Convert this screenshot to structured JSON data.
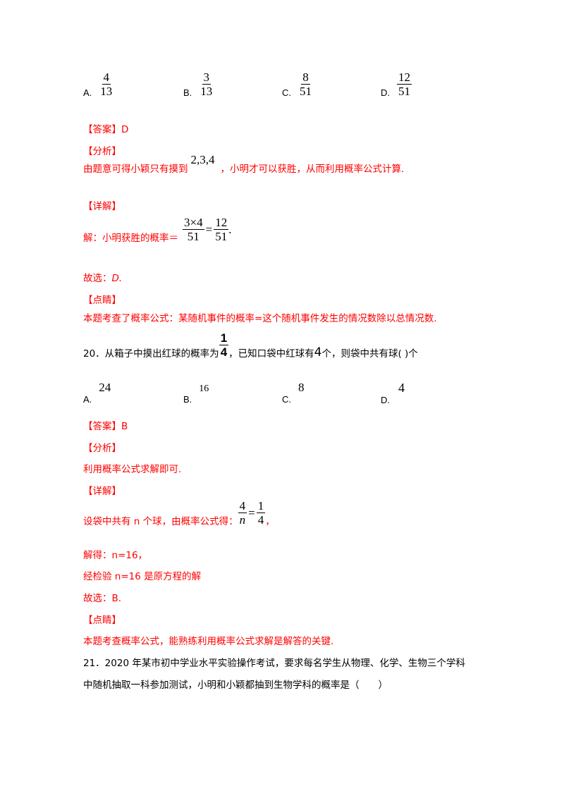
{
  "q19": {
    "options": [
      {
        "letter": "A.",
        "num": "4",
        "den": "13"
      },
      {
        "letter": "B.",
        "num": "3",
        "den": "13"
      },
      {
        "letter": "C.",
        "num": "8",
        "den": "51"
      },
      {
        "letter": "D.",
        "num": "12",
        "den": "51"
      }
    ],
    "answer_label": "【答案】",
    "answer_value": "D",
    "analysis_label": "【分析】",
    "analysis_pre": "由题意可得小颖只有摸到",
    "analysis_math": "2,3,4",
    "analysis_post": "，小明才可以获胜，从而利用概率公式计算.",
    "detail_label": "【详解】",
    "detail_pre": "解：小明获胜的概率＝",
    "detail_frac1_num": "3×4",
    "detail_frac1_den": "51",
    "detail_eq": "=",
    "detail_frac2_num": "12",
    "detail_frac2_den": "51",
    "detail_end": ".",
    "choose_pre": "故选：",
    "choose_value": "D.",
    "comment_label": "【点睛】",
    "comment_text": "本题考查了概率公式：某随机事件的概率=这个随机事件发生的情况数除以总情况数."
  },
  "q20": {
    "stem_pre": "20．从箱子中摸出红球的概率为",
    "stem_frac_num": "1",
    "stem_frac_den": "4",
    "stem_mid": "，已知口袋中红球有",
    "stem_count": "4",
    "stem_post": "个，则袋中共有球(    )个",
    "options": [
      {
        "letter": "A.",
        "value": "24"
      },
      {
        "letter": "B.",
        "value": "16"
      },
      {
        "letter": "C.",
        "value": "8"
      },
      {
        "letter": "D.",
        "value": "4"
      }
    ],
    "answer_label": "【答案】",
    "answer_value": "B",
    "analysis_label": "【分析】",
    "analysis_text": "利用概率公式求解即可.",
    "detail_label": "【详解】",
    "detail_pre": "设袋中共有 n 个球，由概率公式得：",
    "detail_frac1_num": "4",
    "detail_frac1_den": "n",
    "detail_eq": "=",
    "detail_frac2_num": "1",
    "detail_frac2_den": "4",
    "detail_end": "，",
    "solve_text": "解得：n=16，",
    "check_text": "经检验 n=16 是原方程的解",
    "choose_text": "故选：B.",
    "comment_label": "【点睛】",
    "comment_text": "本题考查概率公式，能熟练利用概率公式求解是解答的关键."
  },
  "q21": {
    "line1": "21．2020 年某市初中学业水平实验操作考试，要求每名学生从物理、化学、生物三个学科",
    "line2": "中随机抽取一科参加测试，小明和小颖都抽到生物学科的概率是（　　）"
  }
}
